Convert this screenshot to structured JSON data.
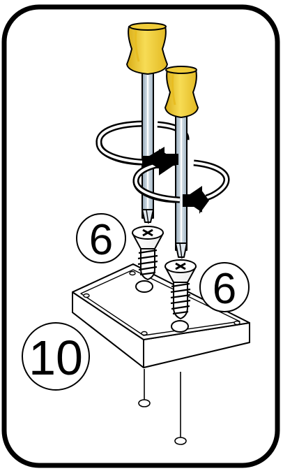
{
  "labels": {
    "step": "10",
    "quantity_left": "6",
    "quantity_right": "6"
  },
  "colors": {
    "handle": "#f4d03f",
    "handle_shade": "#d9ad17",
    "shaft": "#b9c7d3",
    "outline": "#000000",
    "background": "#ffffff"
  },
  "icons": [
    "screwdriver-icon",
    "rotation-arrow-icon",
    "screw-icon",
    "box-lid-icon",
    "screw-hole-icon"
  ]
}
